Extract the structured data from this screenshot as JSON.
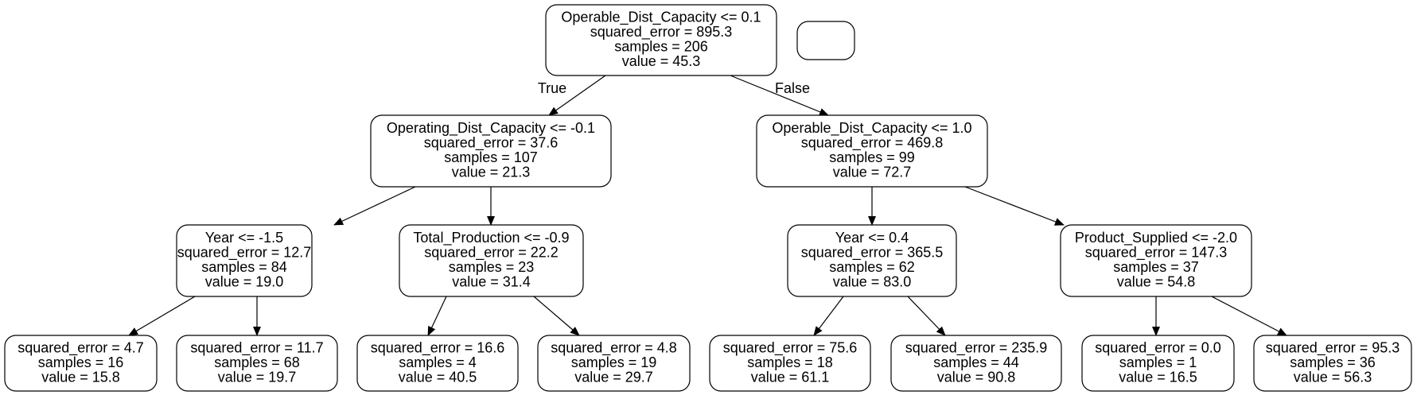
{
  "tree": {
    "nodes": [
      {
        "id": "root",
        "lines": [
          "Operable_Dist_Capacity <= 0.1",
          "squared_error = 895.3",
          "samples = 206",
          "value = 45.3"
        ]
      },
      {
        "id": "n1",
        "lines": [
          "Operating_Dist_Capacity <= -0.1",
          "squared_error = 37.6",
          "samples = 107",
          "value = 21.3"
        ]
      },
      {
        "id": "n2",
        "lines": [
          "Operable_Dist_Capacity <= 1.0",
          "squared_error = 469.8",
          "samples = 99",
          "value = 72.7"
        ]
      },
      {
        "id": "n3",
        "lines": [
          "Year <= -1.5",
          "squared_error = 12.7",
          "samples = 84",
          "value = 19.0"
        ]
      },
      {
        "id": "n4",
        "lines": [
          "Total_Production <= -0.9",
          "squared_error = 22.2",
          "samples = 23",
          "value = 31.4"
        ]
      },
      {
        "id": "n5",
        "lines": [
          "Year <= 0.4",
          "squared_error = 365.5",
          "samples = 62",
          "value = 83.0"
        ]
      },
      {
        "id": "n6",
        "lines": [
          "Product_Supplied <= -2.0",
          "squared_error = 147.3",
          "samples = 37",
          "value = 54.8"
        ]
      },
      {
        "id": "l1",
        "lines": [
          "squared_error = 4.7",
          "samples = 16",
          "value = 15.8"
        ]
      },
      {
        "id": "l2",
        "lines": [
          "squared_error = 11.7",
          "samples = 68",
          "value = 19.7"
        ]
      },
      {
        "id": "l3",
        "lines": [
          "squared_error = 16.6",
          "samples = 4",
          "value = 40.5"
        ]
      },
      {
        "id": "l4",
        "lines": [
          "squared_error = 4.8",
          "samples = 19",
          "value = 29.7"
        ]
      },
      {
        "id": "l5",
        "lines": [
          "squared_error = 75.6",
          "samples = 18",
          "value = 61.1"
        ]
      },
      {
        "id": "l6",
        "lines": [
          "squared_error = 235.9",
          "samples = 44",
          "value = 90.8"
        ]
      },
      {
        "id": "l7",
        "lines": [
          "squared_error = 0.0",
          "samples = 1",
          "value = 16.5"
        ]
      },
      {
        "id": "l8",
        "lines": [
          "squared_error = 95.3",
          "samples = 36",
          "value = 56.3"
        ]
      },
      {
        "id": "legend",
        "lines": []
      }
    ],
    "edges": [
      {
        "from": "root",
        "to": "n1",
        "label": "True"
      },
      {
        "from": "root",
        "to": "n2",
        "label": "False"
      },
      {
        "from": "n1",
        "to": "n3",
        "label": ""
      },
      {
        "from": "n1",
        "to": "n4",
        "label": ""
      },
      {
        "from": "n2",
        "to": "n5",
        "label": ""
      },
      {
        "from": "n2",
        "to": "n6",
        "label": ""
      },
      {
        "from": "n3",
        "to": "l1",
        "label": ""
      },
      {
        "from": "n3",
        "to": "l2",
        "label": ""
      },
      {
        "from": "n4",
        "to": "l3",
        "label": ""
      },
      {
        "from": "n4",
        "to": "l4",
        "label": ""
      },
      {
        "from": "n5",
        "to": "l5",
        "label": ""
      },
      {
        "from": "n5",
        "to": "l6",
        "label": ""
      },
      {
        "from": "n6",
        "to": "l7",
        "label": ""
      },
      {
        "from": "n6",
        "to": "l8",
        "label": ""
      }
    ]
  }
}
